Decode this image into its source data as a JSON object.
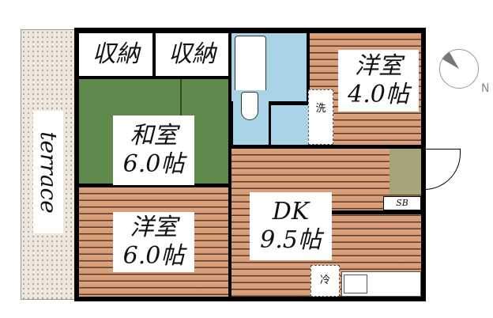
{
  "terrace": {
    "label": "terrace"
  },
  "storage": [
    {
      "label": "収納"
    },
    {
      "label": "収納"
    }
  ],
  "washitsu": {
    "name": "和室",
    "size": "6.0帖"
  },
  "youshitsu_small": {
    "name": "洋室",
    "size": "4.0帖"
  },
  "youshitsu_large": {
    "name": "洋室",
    "size": "6.0帖"
  },
  "dk": {
    "name": "DK",
    "size": "9.5帖"
  },
  "washer": {
    "label": "洗"
  },
  "fridge": {
    "label": "冷"
  },
  "shoebox": {
    "label": "SB"
  },
  "compass": {
    "label": "N"
  },
  "colors": {
    "wood": "#dca47f",
    "tatami": "#5f8a4c",
    "bath": "#a9d3e6",
    "entry": "#a6a57a"
  }
}
